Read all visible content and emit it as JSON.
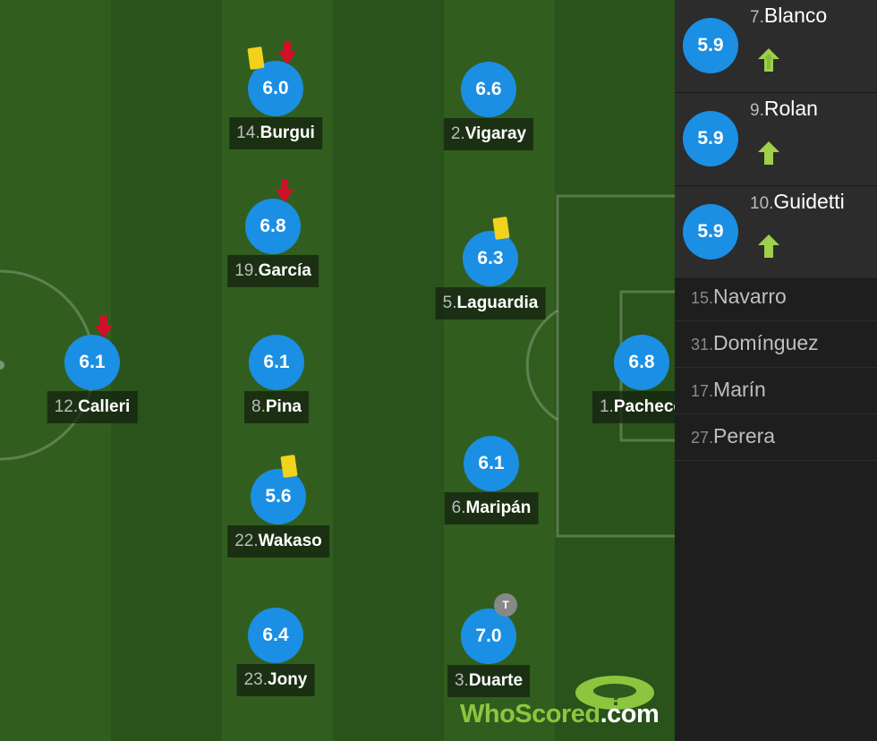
{
  "pitch_players": [
    {
      "id": "burgui",
      "number": "14.",
      "name": "Burgui",
      "rating": "6.0",
      "yellow": true,
      "sub_off": true,
      "motm": false
    },
    {
      "id": "vigaray",
      "number": "2.",
      "name": "Vigaray",
      "rating": "6.6",
      "yellow": false,
      "sub_off": false,
      "motm": false
    },
    {
      "id": "garcia",
      "number": "19.",
      "name": "García",
      "rating": "6.8",
      "yellow": false,
      "sub_off": true,
      "motm": false
    },
    {
      "id": "laguardia",
      "number": "5.",
      "name": "Laguardia",
      "rating": "6.3",
      "yellow": true,
      "sub_off": false,
      "motm": false
    },
    {
      "id": "calleri",
      "number": "12.",
      "name": "Calleri",
      "rating": "6.1",
      "yellow": false,
      "sub_off": true,
      "motm": false
    },
    {
      "id": "pina",
      "number": "8.",
      "name": "Pina",
      "rating": "6.1",
      "yellow": false,
      "sub_off": false,
      "motm": false
    },
    {
      "id": "pacheco",
      "number": "1.",
      "name": "Pacheco",
      "rating": "6.8",
      "yellow": false,
      "sub_off": false,
      "motm": false
    },
    {
      "id": "maripan",
      "number": "6.",
      "name": "Maripán",
      "rating": "6.1",
      "yellow": false,
      "sub_off": false,
      "motm": false
    },
    {
      "id": "wakaso",
      "number": "22.",
      "name": "Wakaso",
      "rating": "5.6",
      "yellow": true,
      "sub_off": false,
      "motm": false
    },
    {
      "id": "jony",
      "number": "23.",
      "name": "Jony",
      "rating": "6.4",
      "yellow": false,
      "sub_off": false,
      "motm": false
    },
    {
      "id": "duarte",
      "number": "3.",
      "name": "Duarte",
      "rating": "7.0",
      "yellow": false,
      "sub_off": false,
      "motm": true
    }
  ],
  "motm_badge": "T",
  "substitutes_used": [
    {
      "number": "7.",
      "name": "Blanco",
      "rating": "5.9"
    },
    {
      "number": "9.",
      "name": "Rolan",
      "rating": "5.9"
    },
    {
      "number": "10.",
      "name": "Guidetti",
      "rating": "5.9"
    }
  ],
  "bench": [
    {
      "number": "15.",
      "name": "Navarro"
    },
    {
      "number": "31.",
      "name": "Domínguez"
    },
    {
      "number": "17.",
      "name": "Marín"
    },
    {
      "number": "27.",
      "name": "Perera"
    }
  ],
  "branding": {
    "logo_text_a": "WhoScored",
    "logo_text_b": ".com"
  },
  "colors": {
    "rating_bubble": "#1a8fe3",
    "yellow_card": "#f2d21b",
    "sub_off_arrow": "#d0102a",
    "sub_in_arrow": "#9ed04b",
    "pitch": "#2f5a1e",
    "logo_green": "#8cc63f"
  }
}
